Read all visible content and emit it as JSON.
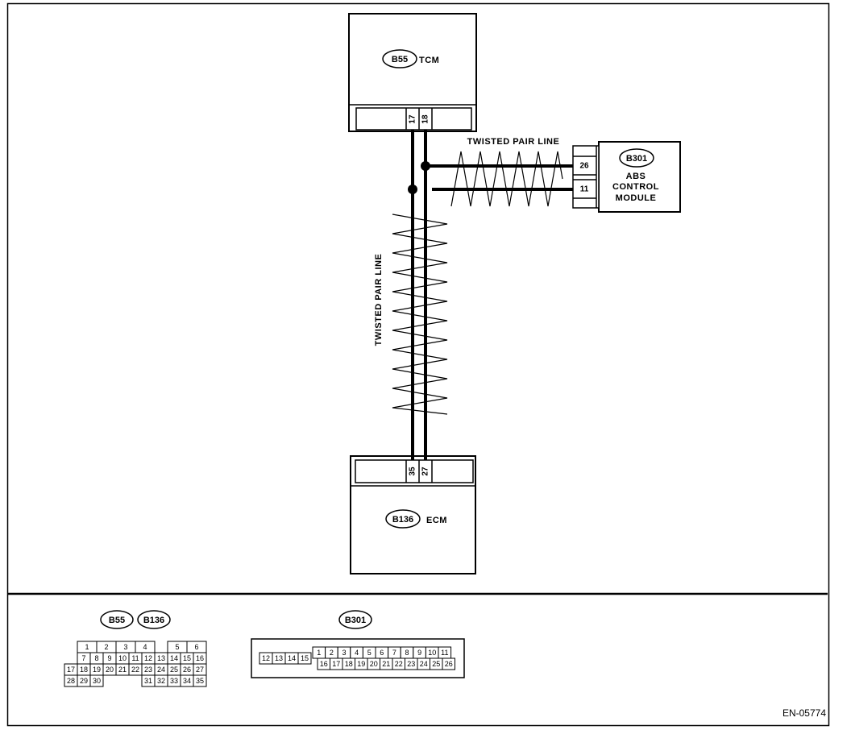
{
  "tcm": {
    "code": "B55",
    "label": "TCM",
    "pins": [
      "17",
      "18"
    ]
  },
  "ecm": {
    "code": "B136",
    "label": "ECM",
    "pins": [
      "35",
      "27"
    ]
  },
  "abs": {
    "code": "B301",
    "label_lines": [
      "ABS",
      "CONTROL",
      "MODULE"
    ],
    "pins": [
      "26",
      "11"
    ]
  },
  "twisted_pair_label": "TWISTED PAIR LINE",
  "connector_views": {
    "left": {
      "codes": [
        "B55",
        "B136"
      ],
      "rows": [
        [
          "",
          "1",
          "2",
          "3",
          "4",
          "",
          "5",
          "6"
        ],
        [
          "",
          "7",
          "8",
          "9",
          "10",
          "11",
          "12",
          "13",
          "14",
          "15",
          "16"
        ],
        [
          "17",
          "18",
          "19",
          "20",
          "21",
          "22",
          "23",
          "24",
          "25",
          "26",
          "27"
        ],
        [
          "28",
          "29",
          "30",
          "",
          "",
          "",
          "31",
          "32",
          "33",
          "34",
          "35"
        ]
      ]
    },
    "right": {
      "code": "B301",
      "left_pins": [
        "12",
        "13",
        "14",
        "15"
      ],
      "top_pins": [
        "1",
        "2",
        "3",
        "4",
        "5",
        "6",
        "7",
        "8",
        "9",
        "10",
        "11"
      ],
      "bottom_pins": [
        "16",
        "17",
        "18",
        "19",
        "20",
        "21",
        "22",
        "23",
        "24",
        "25",
        "26"
      ]
    }
  },
  "figure_ref": "EN-05774"
}
